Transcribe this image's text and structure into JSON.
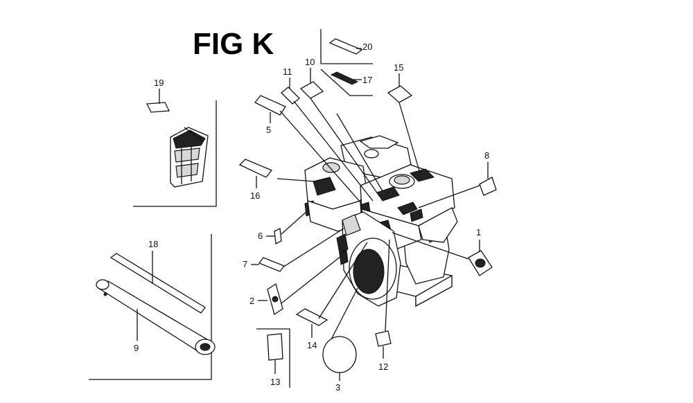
{
  "figure": {
    "title": "FIG K",
    "callouts": {
      "c1": "1",
      "c2": "2",
      "c3": "3",
      "c5": "5",
      "c6": "6",
      "c7": "7",
      "c8": "8",
      "c9": "9",
      "c10": "10",
      "c11": "11",
      "c12": "12",
      "c13": "13",
      "c14": "14",
      "c15": "15",
      "c16": "16",
      "c17": "17",
      "c18": "18",
      "c19": "19",
      "c20": "20"
    }
  },
  "colors": {
    "ink": "#111111",
    "background": "#ffffff",
    "shade": "#d8d8d8"
  }
}
